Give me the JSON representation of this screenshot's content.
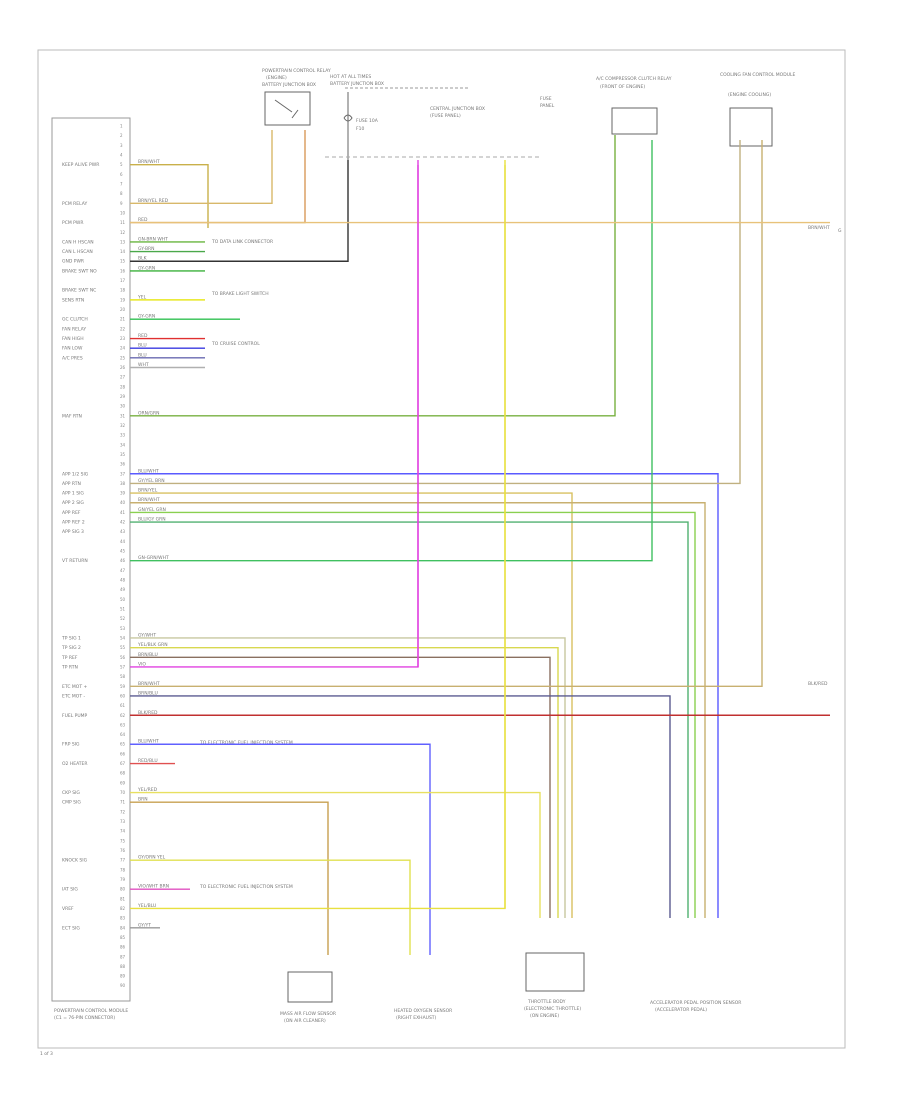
{
  "diagram": {
    "footer_mark": "1 of 3",
    "ground_text": "G",
    "module": {
      "title": "POWERTRAIN CONTROL MODULE",
      "subtitle": "(C1 = 76-PIN CONNECTOR)",
      "pins": [
        "1",
        "2",
        "3",
        "4",
        "5",
        "6",
        "7",
        "8",
        "9",
        "10",
        "11",
        "12",
        "13",
        "14",
        "15",
        "16",
        "17",
        "18",
        "19",
        "20",
        "21",
        "22",
        "23",
        "24",
        "25",
        "26",
        "27",
        "28",
        "29",
        "30",
        "31",
        "32",
        "33",
        "34",
        "35",
        "36",
        "37",
        "38",
        "39",
        "40",
        "41",
        "42",
        "43",
        "44",
        "45",
        "46",
        "47",
        "48",
        "49",
        "50",
        "51",
        "52",
        "53",
        "54",
        "55",
        "56",
        "57",
        "58",
        "59",
        "60",
        "61",
        "62",
        "63",
        "64",
        "65",
        "66",
        "67",
        "68",
        "69",
        "70",
        "71",
        "72",
        "73",
        "74",
        "75",
        "76",
        "77",
        "78",
        "79",
        "80",
        "81",
        "82",
        "83",
        "84",
        "85",
        "86",
        "87",
        "88",
        "89",
        "90"
      ]
    },
    "left_labels": [
      {
        "name": "KEEP ALIVE PWR",
        "pin": "5"
      },
      {
        "name": "PCM RELAY",
        "pin": "9"
      },
      {
        "name": "PCM PWR",
        "pin": "11"
      },
      {
        "name": "CAN H HSCAN",
        "pin": "13"
      },
      {
        "name": "CAN L HSCAN",
        "pin": "14"
      },
      {
        "name": "GND PWR",
        "pin": "15"
      },
      {
        "name": "BRAKE SWT NO",
        "pin": "16"
      },
      {
        "name": "BRAKE SWT NC",
        "pin": "18"
      },
      {
        "name": "SENS RTN",
        "pin": "19"
      },
      {
        "name": "GC CLUTCH",
        "pin": "21"
      },
      {
        "name": "FAN RELAY",
        "pin": "22"
      },
      {
        "name": "FAN HIGH",
        "pin": "23"
      },
      {
        "name": "FAN LOW",
        "pin": "24"
      },
      {
        "name": "A/C PRES",
        "pin": "25"
      },
      {
        "name": "MAF RTN",
        "pin": "31"
      },
      {
        "name": "APP 1/2 SIG",
        "pin": "37"
      },
      {
        "name": "APP RTN",
        "pin": "38"
      },
      {
        "name": "APP 1 SIG",
        "pin": "39"
      },
      {
        "name": "APP 2 SIG",
        "pin": "40"
      },
      {
        "name": "APP REF",
        "pin": "41"
      },
      {
        "name": "APP REF 2",
        "pin": "42"
      },
      {
        "name": "APP SIG 3",
        "pin": "43"
      },
      {
        "name": "VT RETURN",
        "pin": "46"
      },
      {
        "name": "TP SIG 1",
        "pin": "54"
      },
      {
        "name": "TP SIG 2",
        "pin": "55"
      },
      {
        "name": "TP REF",
        "pin": "56"
      },
      {
        "name": "TP RTN",
        "pin": "57"
      },
      {
        "name": "ETC MOT +",
        "pin": "59"
      },
      {
        "name": "ETC MOT -",
        "pin": "60"
      },
      {
        "name": "FUEL PUMP",
        "pin": "62"
      },
      {
        "name": "FRP SIG",
        "pin": "65"
      },
      {
        "name": "O2 HEATER",
        "pin": "67"
      },
      {
        "name": "CKP SIG",
        "pin": "70"
      },
      {
        "name": "CMP SIG",
        "pin": "71"
      },
      {
        "name": "KNOCK SIG",
        "pin": "77"
      },
      {
        "name": "IAT SIG",
        "pin": "80"
      },
      {
        "name": "VREF",
        "pin": "82"
      },
      {
        "name": "ECT SIG",
        "pin": "84"
      }
    ],
    "wires": [
      {
        "label": "BRN/WHT",
        "color": "#c9b04a"
      },
      {
        "label": "BRN/YEL RED",
        "color": "#d8b86a"
      },
      {
        "label": "RED",
        "color": "#d89a5a"
      },
      {
        "label": "GN-BRN WHT",
        "color": "#68b53e"
      },
      {
        "label": "GY-BRN",
        "color": "#4aa84a"
      },
      {
        "label": "BLK",
        "color": "#333333"
      },
      {
        "label": "GY-GRN",
        "color": "#3ab03a"
      },
      {
        "label": "YEL",
        "color": "#e8e820"
      },
      {
        "label": "GY-GRN",
        "color": "#2fc050"
      },
      {
        "label": "RED",
        "color": "#e03030"
      },
      {
        "label": "BLU",
        "color": "#3a3ae0"
      },
      {
        "label": "BLU",
        "color": "#6a6ab0"
      },
      {
        "label": "WHT",
        "color": "#b0b0b0"
      },
      {
        "label": "ORN/GRN",
        "color": "#78b040"
      },
      {
        "label": "BLU/WHT",
        "color": "#5a5aff"
      },
      {
        "label": "GY/YEL BRN",
        "color": "#c0b080"
      },
      {
        "label": "BRN/YEL",
        "color": "#d8c060"
      },
      {
        "label": "BRN/WHT",
        "color": "#c8b070"
      },
      {
        "label": "GN/YEL GRN",
        "color": "#8ad050"
      },
      {
        "label": "BLU/GY GRN",
        "color": "#50b070"
      },
      {
        "label": "GN-GRN/WHT",
        "color": "#40c060"
      },
      {
        "label": "GY/WHT",
        "color": "#c8c8a0"
      },
      {
        "label": "YEL/BLK GRN",
        "color": "#d8d850"
      },
      {
        "label": "BRN/BLU",
        "color": "#8a7060"
      },
      {
        "label": "VIO",
        "color": "#e040e0"
      },
      {
        "label": "BRN/WHT",
        "color": "#c8b070"
      },
      {
        "label": "BRN/BLU",
        "color": "#5a5a90"
      },
      {
        "label": "BLK/RED",
        "color": "#c03030"
      },
      {
        "label": "BLU/WHT",
        "color": "#6060ff"
      },
      {
        "label": "RED/BLU",
        "color": "#e05050"
      },
      {
        "label": "YEL/RED",
        "color": "#e8e060"
      },
      {
        "label": "BRN",
        "color": "#c8a050"
      },
      {
        "label": "GY/ORN YEL",
        "color": "#e0e050"
      },
      {
        "label": "VIO/WHT BRN",
        "color": "#e050c0"
      },
      {
        "label": "YEL/BLU",
        "color": "#e8e040"
      },
      {
        "label": "GY/YT",
        "color": "#999999"
      }
    ],
    "right_wire_labels": [
      "BRN/WHT",
      "BLK/RED"
    ],
    "components": [
      {
        "id": "pcm-relay",
        "title": "POWERTRAIN CONTROL RELAY",
        "sub": "(ENGINE)",
        "extra": "BATTERY JUNCTION BOX"
      },
      {
        "id": "hot-at-all-times",
        "title": "HOT AT ALL TIMES",
        "sub": "BATTERY JUNCTION BOX"
      },
      {
        "id": "fuse",
        "title": "FUSE 10A",
        "sub": "F10"
      },
      {
        "id": "junction",
        "title": "CENTRAL JUNCTION BOX",
        "sub": "(FUSE PANEL)"
      },
      {
        "id": "ac-compressor",
        "title": "A/C COMPRESSOR CLUTCH RELAY",
        "sub": "(FRONT OF ENGINE)"
      },
      {
        "id": "cooling-fan",
        "title": "COOLING FAN CONTROL MODULE",
        "sub": "(ENGINE COOLING)"
      },
      {
        "id": "maf-sensor",
        "title": "MASS AIR FLOW SENSOR",
        "sub": "(ON AIR CLEANER)"
      },
      {
        "id": "heated-o2",
        "title": "HEATED OXYGEN SENSOR",
        "sub": "(RIGHT EXHAUST)"
      },
      {
        "id": "throttle-body",
        "title": "THROTTLE BODY",
        "sub": "(ELECTRONIC THROTTLE)",
        "extra": "(ON ENGINE)"
      },
      {
        "id": "accelerator-pedal",
        "title": "ACCELERATOR PEDAL POSITION SENSOR",
        "sub": "(ACCELERATOR PEDAL)"
      }
    ],
    "notes": [
      "TO DATA LINK CONNECTOR",
      "TO BRAKE LIGHT SWITCH",
      "TO CRUISE CONTROL",
      "TO ELECTRONIC FUEL INJECTION SYSTEM"
    ]
  }
}
